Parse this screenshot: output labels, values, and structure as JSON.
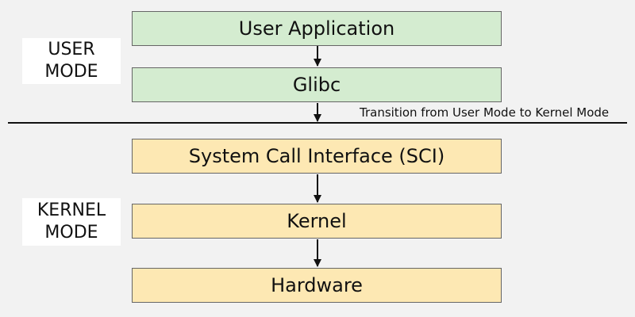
{
  "diagram": {
    "user_mode_label": "USER MODE",
    "kernel_mode_label": "KERNEL MODE",
    "transition_text": "Transition from User Mode to Kernel Mode",
    "layers": {
      "user_application": "User Application",
      "glibc": "Glibc",
      "sci": "System Call Interface (SCI)",
      "kernel": "Kernel",
      "hardware": "Hardware"
    }
  },
  "colors": {
    "background": "#f2f2f2",
    "user_box": "#d4ecd0",
    "kernel_box": "#fde8b3",
    "border": "#666666",
    "arrow": "#111111"
  }
}
